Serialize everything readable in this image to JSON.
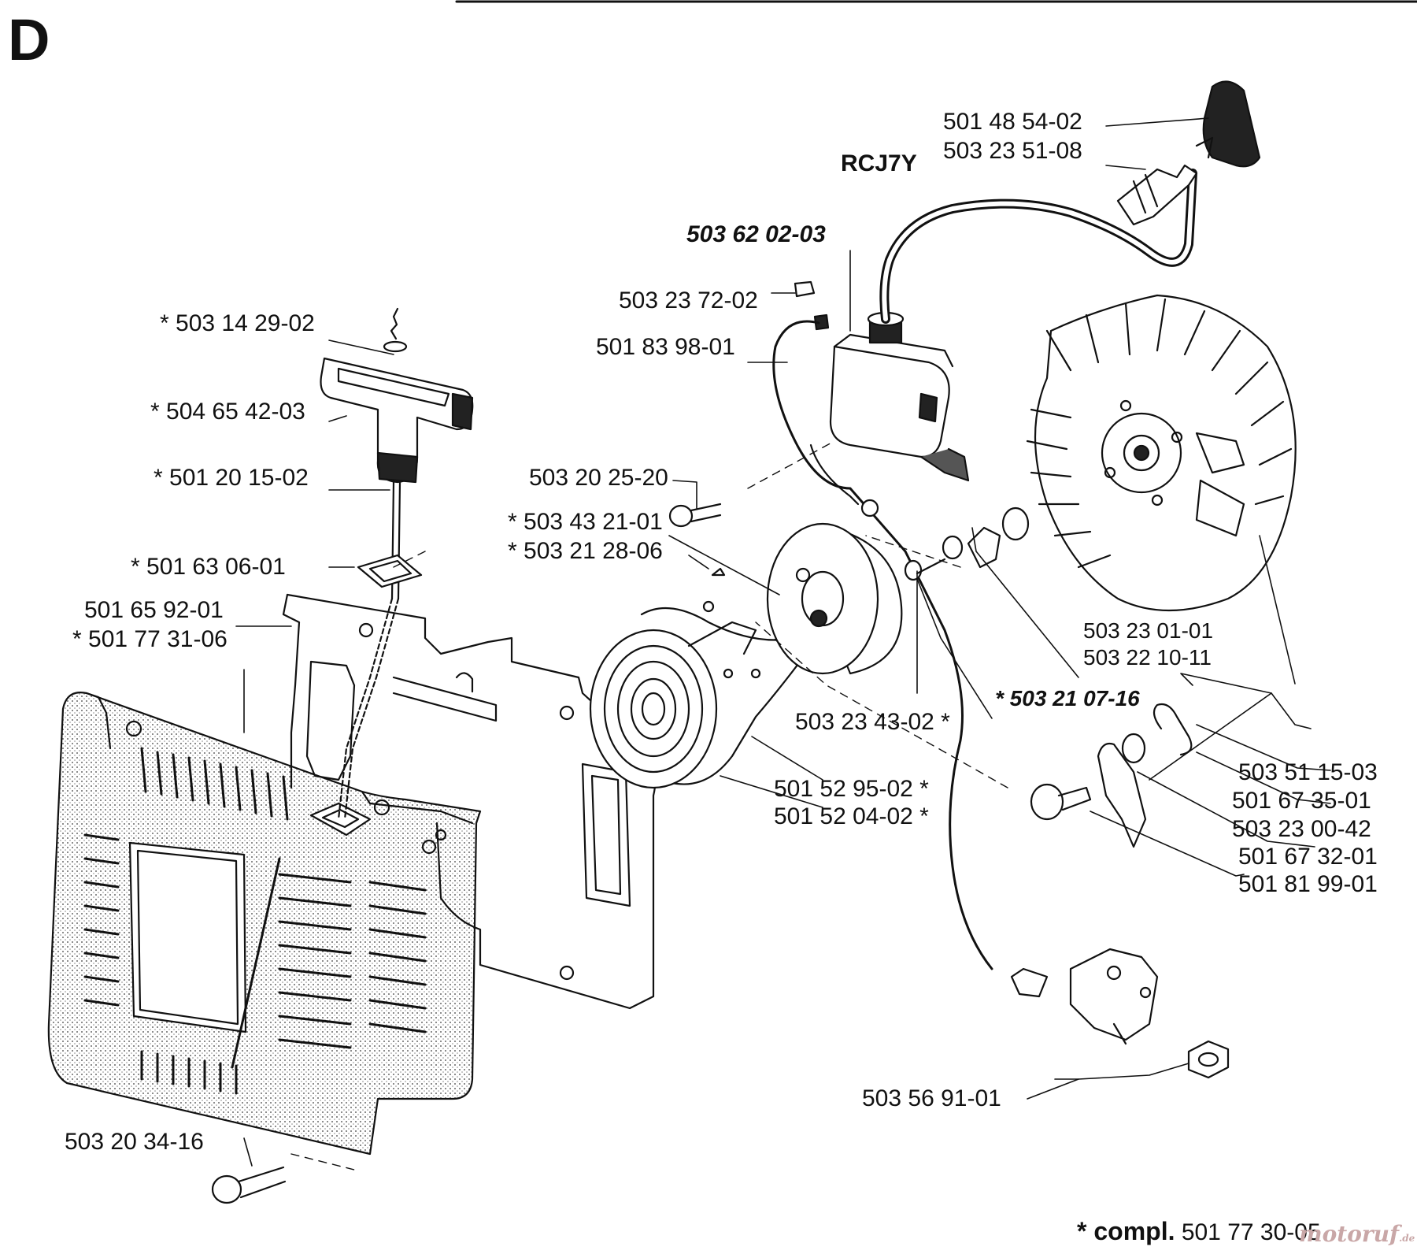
{
  "section_letter": "D",
  "labels": {
    "hv_lead": "501 48 54-02",
    "spark_plug": "503 23 51-08",
    "plug_type": "RCJ7Y",
    "ignition_module": "503 62 02-03",
    "terminal": "503 23 72-02",
    "stop_cable": "501 83 98-01",
    "handle_screw": "* 503 14 29-02",
    "handle": "* 504 65 42-03",
    "cord": "* 501 20 15-02",
    "guide": "* 501 63 06-01",
    "housing_a": "501 65 92-01",
    "housing_b": "* 501 77 31-06",
    "screw_2520": "503 20 25-20",
    "pulley_a": "* 503 43 21-01",
    "pulley_b": "* 503 21 28-06",
    "nut_a": "503 23 01-01",
    "nut_b": "503 22 10-11",
    "stud": "* 503 21 07-16",
    "washer": "503 23 43-02 *",
    "spring_a": "501 52 95-02 *",
    "spring_b": "501 52 04-02 *",
    "pawl_spring": "503 51 15-03",
    "pawl": "501 67 35-01",
    "pawl_washer": "503 23 00-42",
    "pawl_b": "501 67 32-01",
    "pawl_screw": "501 81 99-01",
    "stop_switch": "503 56 91-01",
    "housing_screw": "503 20 34-16"
  },
  "footer": {
    "compl_label": "* compl.",
    "compl_number": "501 77 30-05"
  },
  "watermark": {
    "name": "motoruf",
    "suffix": ".de"
  }
}
